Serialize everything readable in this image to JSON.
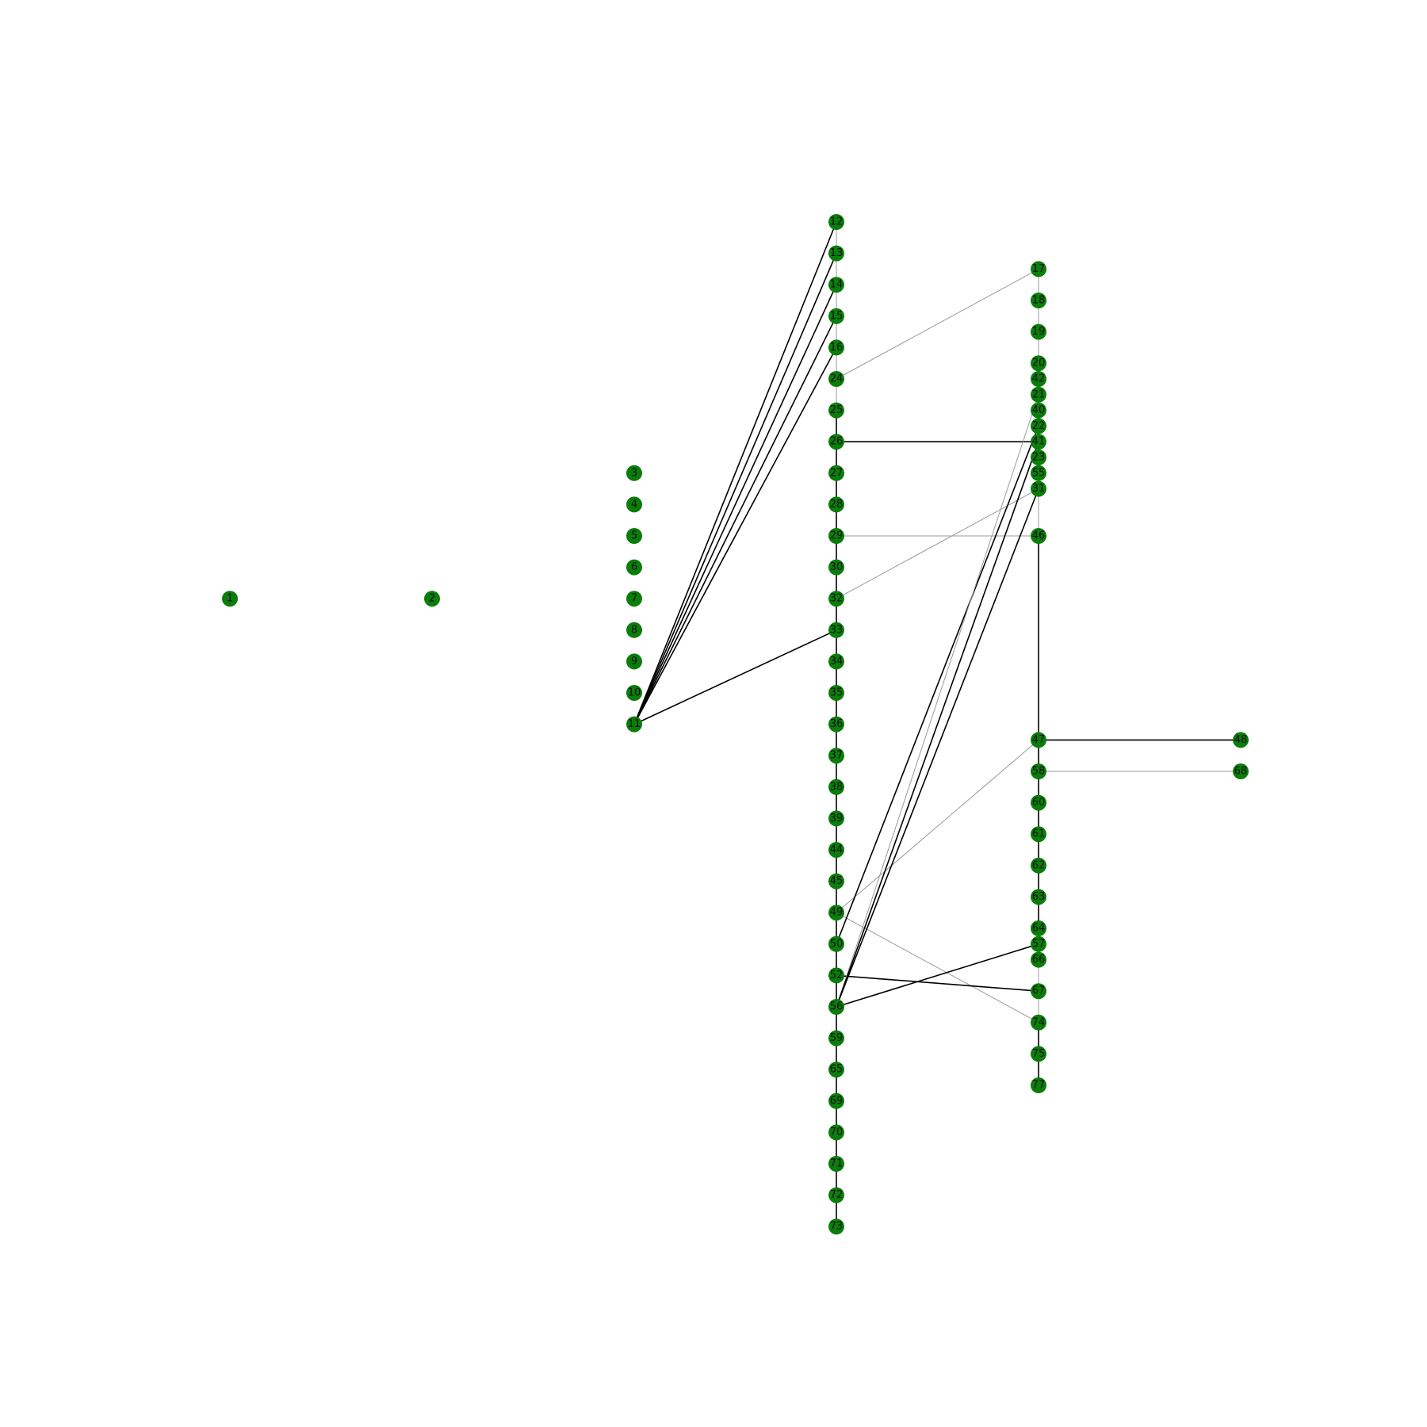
{
  "graph": {
    "node_color": "#0a7d0a",
    "edge_colors": {
      "strong": "#000000",
      "weak": "#9a9a9a"
    },
    "columns": [
      {
        "nodes": [
          {
            "id": "n1",
            "label": "1",
            "row": 12
          }
        ]
      },
      {
        "nodes": [
          {
            "id": "n2",
            "label": "2",
            "row": 12
          }
        ]
      },
      {
        "nodes": [
          {
            "id": "n3",
            "label": "3",
            "row": 8
          },
          {
            "id": "n4",
            "label": "4",
            "row": 9
          },
          {
            "id": "n5",
            "label": "5",
            "row": 10
          },
          {
            "id": "n6",
            "label": "6",
            "row": 11
          },
          {
            "id": "n7",
            "label": "7",
            "row": 12
          },
          {
            "id": "n8",
            "label": "8",
            "row": 13
          },
          {
            "id": "n9",
            "label": "9",
            "row": 14
          },
          {
            "id": "n10",
            "label": "10",
            "row": 15
          },
          {
            "id": "n11",
            "label": "11",
            "row": 16
          }
        ]
      },
      {
        "nodes": [
          {
            "id": "n12",
            "label": "12",
            "row": 0
          },
          {
            "id": "n13",
            "label": "13",
            "row": 1
          },
          {
            "id": "n14",
            "label": "14",
            "row": 2
          },
          {
            "id": "n15",
            "label": "15",
            "row": 3
          },
          {
            "id": "n16",
            "label": "16",
            "row": 4
          },
          {
            "id": "n24",
            "label": "24",
            "row": 5
          },
          {
            "id": "n25",
            "label": "25",
            "row": 6
          },
          {
            "id": "n26",
            "label": "26",
            "row": 7
          },
          {
            "id": "n27",
            "label": "27",
            "row": 8
          },
          {
            "id": "n28",
            "label": "28",
            "row": 9
          },
          {
            "id": "n29",
            "label": "29",
            "row": 10
          },
          {
            "id": "n30",
            "label": "30",
            "row": 11
          },
          {
            "id": "n32",
            "label": "32",
            "row": 12
          },
          {
            "id": "n33",
            "label": "33",
            "row": 13
          },
          {
            "id": "n34",
            "label": "34",
            "row": 14
          },
          {
            "id": "n35",
            "label": "35",
            "row": 15
          },
          {
            "id": "n36",
            "label": "36",
            "row": 16
          },
          {
            "id": "n37",
            "label": "37",
            "row": 17
          },
          {
            "id": "n38",
            "label": "38",
            "row": 18
          },
          {
            "id": "n39",
            "label": "39",
            "row": 19
          },
          {
            "id": "n44",
            "label": "44",
            "row": 20
          },
          {
            "id": "n45",
            "label": "45",
            "row": 21
          },
          {
            "id": "n49",
            "label": "49",
            "row": 22
          },
          {
            "id": "n50",
            "label": "50",
            "row": 23
          },
          {
            "id": "n52",
            "label": "52",
            "row": 24
          },
          {
            "id": "n56",
            "label": "56",
            "row": 25
          },
          {
            "id": "n59",
            "label": "59",
            "row": 26
          },
          {
            "id": "n65",
            "label": "65",
            "row": 27
          },
          {
            "id": "n69",
            "label": "69",
            "row": 28
          },
          {
            "id": "n70",
            "label": "70",
            "row": 29
          },
          {
            "id": "n71",
            "label": "71",
            "row": 30
          },
          {
            "id": "n72",
            "label": "72",
            "row": 31
          },
          {
            "id": "n73",
            "label": "73",
            "row": 32
          }
        ]
      },
      {
        "nodes": [
          {
            "id": "n17",
            "label": "17",
            "row": 1.5
          },
          {
            "id": "n18",
            "label": "18",
            "row": 2.5
          },
          {
            "id": "n19",
            "label": "19",
            "row": 3.5
          },
          {
            "id": "n20",
            "label": "20",
            "row": 4.5
          },
          {
            "id": "n42",
            "label": "42",
            "row": 5
          },
          {
            "id": "n21",
            "label": "21",
            "row": 5.5
          },
          {
            "id": "n40",
            "label": "40",
            "row": 6
          },
          {
            "id": "n22",
            "label": "22",
            "row": 6.5
          },
          {
            "id": "n41",
            "label": "41",
            "row": 7
          },
          {
            "id": "n23",
            "label": "23",
            "row": 7.5
          },
          {
            "id": "n55",
            "label": "55",
            "row": 8
          },
          {
            "id": "n31",
            "label": "31",
            "row": 8.5
          },
          {
            "id": "n46",
            "label": "46",
            "row": 10
          },
          {
            "id": "n47",
            "label": "47",
            "row": 16.5
          },
          {
            "id": "n58",
            "label": "58",
            "row": 17.5
          },
          {
            "id": "n60",
            "label": "60",
            "row": 18.5
          },
          {
            "id": "n61",
            "label": "61",
            "row": 19.5
          },
          {
            "id": "n62",
            "label": "62",
            "row": 20.5
          },
          {
            "id": "n63",
            "label": "63",
            "row": 21.5
          },
          {
            "id": "n64",
            "label": "64",
            "row": 22.5
          },
          {
            "id": "n57",
            "label": "57",
            "row": 23
          },
          {
            "id": "n66",
            "label": "66",
            "row": 23.5
          },
          {
            "id": "n67",
            "label": "67",
            "row": 24.5
          },
          {
            "id": "n74",
            "label": "74",
            "row": 25.5
          },
          {
            "id": "n75",
            "label": "75",
            "row": 26.5
          },
          {
            "id": "n77",
            "label": "77",
            "row": 27.5
          }
        ]
      },
      {
        "nodes": [
          {
            "id": "n48",
            "label": "48",
            "row": 16.5
          },
          {
            "id": "n68",
            "label": "68",
            "row": 17.5
          }
        ]
      }
    ],
    "edges": [
      {
        "from": "n11",
        "to": "n12",
        "style": "strong"
      },
      {
        "from": "n11",
        "to": "n13",
        "style": "strong"
      },
      {
        "from": "n11",
        "to": "n14",
        "style": "strong"
      },
      {
        "from": "n11",
        "to": "n15",
        "style": "strong"
      },
      {
        "from": "n11",
        "to": "n16",
        "style": "strong"
      },
      {
        "from": "n11",
        "to": "n33",
        "style": "strong"
      },
      {
        "from": "n12",
        "to": "n13",
        "style": "weak"
      },
      {
        "from": "n13",
        "to": "n14",
        "style": "weak"
      },
      {
        "from": "n14",
        "to": "n15",
        "style": "weak"
      },
      {
        "from": "n15",
        "to": "n16",
        "style": "weak"
      },
      {
        "from": "n16",
        "to": "n24",
        "style": "weak"
      },
      {
        "from": "n24",
        "to": "n25",
        "style": "weak"
      },
      {
        "from": "n25",
        "to": "n26",
        "style": "strong"
      },
      {
        "from": "n26",
        "to": "n27",
        "style": "strong"
      },
      {
        "from": "n27",
        "to": "n28",
        "style": "strong"
      },
      {
        "from": "n28",
        "to": "n29",
        "style": "strong"
      },
      {
        "from": "n29",
        "to": "n30",
        "style": "strong"
      },
      {
        "from": "n30",
        "to": "n32",
        "style": "strong"
      },
      {
        "from": "n32",
        "to": "n33",
        "style": "strong"
      },
      {
        "from": "n33",
        "to": "n34",
        "style": "strong"
      },
      {
        "from": "n34",
        "to": "n35",
        "style": "strong"
      },
      {
        "from": "n35",
        "to": "n36",
        "style": "strong"
      },
      {
        "from": "n36",
        "to": "n37",
        "style": "strong"
      },
      {
        "from": "n37",
        "to": "n38",
        "style": "strong"
      },
      {
        "from": "n38",
        "to": "n39",
        "style": "strong"
      },
      {
        "from": "n39",
        "to": "n44",
        "style": "strong"
      },
      {
        "from": "n44",
        "to": "n45",
        "style": "strong"
      },
      {
        "from": "n45",
        "to": "n49",
        "style": "strong"
      },
      {
        "from": "n49",
        "to": "n50",
        "style": "strong"
      },
      {
        "from": "n50",
        "to": "n52",
        "style": "strong"
      },
      {
        "from": "n52",
        "to": "n56",
        "style": "strong"
      },
      {
        "from": "n56",
        "to": "n59",
        "style": "strong"
      },
      {
        "from": "n59",
        "to": "n65",
        "style": "strong"
      },
      {
        "from": "n65",
        "to": "n69",
        "style": "strong"
      },
      {
        "from": "n69",
        "to": "n70",
        "style": "strong"
      },
      {
        "from": "n70",
        "to": "n71",
        "style": "strong"
      },
      {
        "from": "n71",
        "to": "n72",
        "style": "strong"
      },
      {
        "from": "n72",
        "to": "n73",
        "style": "strong"
      },
      {
        "from": "n17",
        "to": "n18",
        "style": "weak"
      },
      {
        "from": "n18",
        "to": "n19",
        "style": "weak"
      },
      {
        "from": "n19",
        "to": "n20",
        "style": "weak"
      },
      {
        "from": "n20",
        "to": "n42",
        "style": "weak"
      },
      {
        "from": "n42",
        "to": "n21",
        "style": "weak"
      },
      {
        "from": "n21",
        "to": "n40",
        "style": "weak"
      },
      {
        "from": "n40",
        "to": "n22",
        "style": "weak"
      },
      {
        "from": "n22",
        "to": "n41",
        "style": "weak"
      },
      {
        "from": "n41",
        "to": "n23",
        "style": "weak"
      },
      {
        "from": "n23",
        "to": "n55",
        "style": "weak"
      },
      {
        "from": "n55",
        "to": "n31",
        "style": "weak"
      },
      {
        "from": "n31",
        "to": "n46",
        "style": "weak"
      },
      {
        "from": "n46",
        "to": "n47",
        "style": "strong"
      },
      {
        "from": "n47",
        "to": "n58",
        "style": "strong"
      },
      {
        "from": "n58",
        "to": "n60",
        "style": "strong"
      },
      {
        "from": "n60",
        "to": "n61",
        "style": "strong"
      },
      {
        "from": "n61",
        "to": "n62",
        "style": "strong"
      },
      {
        "from": "n62",
        "to": "n63",
        "style": "strong"
      },
      {
        "from": "n63",
        "to": "n64",
        "style": "strong"
      },
      {
        "from": "n64",
        "to": "n57",
        "style": "strong"
      },
      {
        "from": "n57",
        "to": "n66",
        "style": "strong"
      },
      {
        "from": "n66",
        "to": "n67",
        "style": "weak"
      },
      {
        "from": "n67",
        "to": "n74",
        "style": "weak"
      },
      {
        "from": "n74",
        "to": "n75",
        "style": "strong"
      },
      {
        "from": "n75",
        "to": "n77",
        "style": "strong"
      },
      {
        "from": "n24",
        "to": "n17",
        "style": "weak"
      },
      {
        "from": "n26",
        "to": "n41",
        "style": "strong"
      },
      {
        "from": "n29",
        "to": "n46",
        "style": "weak"
      },
      {
        "from": "n32",
        "to": "n31",
        "style": "weak"
      },
      {
        "from": "n49",
        "to": "n47",
        "style": "weak"
      },
      {
        "from": "n49",
        "to": "n74",
        "style": "weak"
      },
      {
        "from": "n50",
        "to": "n22",
        "style": "strong"
      },
      {
        "from": "n52",
        "to": "n67",
        "style": "strong"
      },
      {
        "from": "n56",
        "to": "n21",
        "style": "weak"
      },
      {
        "from": "n56",
        "to": "n41",
        "style": "strong"
      },
      {
        "from": "n56",
        "to": "n31",
        "style": "strong"
      },
      {
        "from": "n56",
        "to": "n57",
        "style": "strong"
      },
      {
        "from": "n47",
        "to": "n48",
        "style": "strong"
      },
      {
        "from": "n58",
        "to": "n68",
        "style": "weak"
      }
    ]
  }
}
